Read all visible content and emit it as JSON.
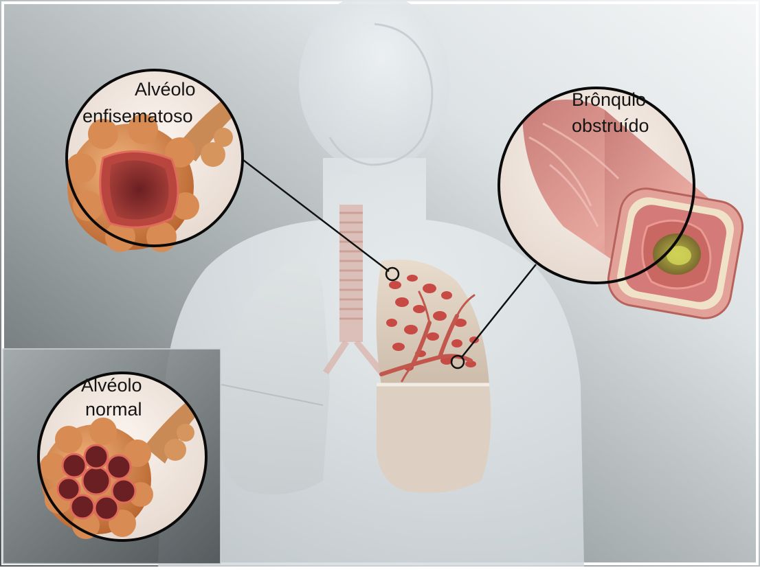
{
  "labels": {
    "emphysematous_alveolus": [
      "Alvéolo",
      "enfisematoso"
    ],
    "obstructed_bronchus": [
      "Brônquio",
      "obstruído"
    ],
    "normal_alveolus": [
      "Alvéolo",
      "normal"
    ]
  },
  "colors": {
    "background_light": "#e8eced",
    "background_dark": "#5f6566",
    "silhouette": "#dde3e6",
    "lung_tissue": "#e2d4c4",
    "alveolus_orange": "#d98a48",
    "alveolus_inner": "#8a2f30",
    "bronchus_pink": "#d98a86",
    "pointer_line": "#111111"
  }
}
